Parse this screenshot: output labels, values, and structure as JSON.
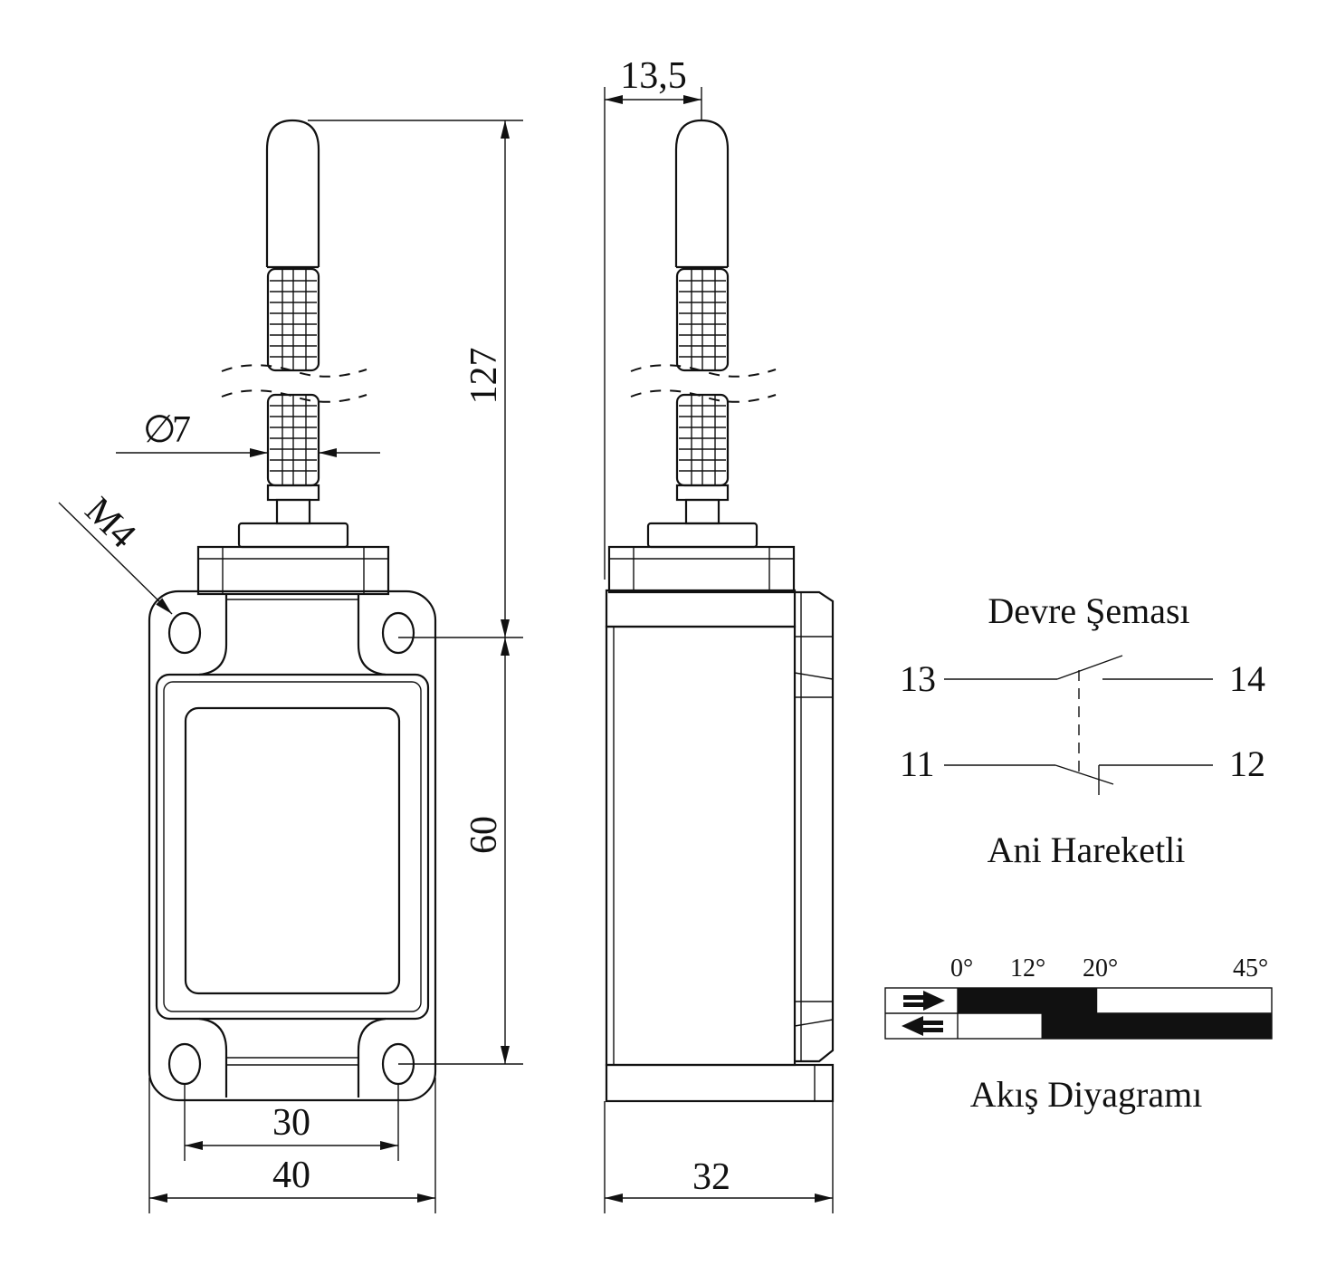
{
  "dimensions": {
    "shaft_height": "127",
    "body_height": "60",
    "hole_spacing": "30",
    "body_width": "40",
    "depth": "32",
    "shaft_offset": "13,5",
    "diameter": "7",
    "diameter_symbol": "∅",
    "thread": "M4"
  },
  "circuit": {
    "title": "Devre Şeması",
    "subtitle": "Ani Hareketli",
    "terminals": [
      "13",
      "14",
      "11",
      "12"
    ]
  },
  "flow": {
    "title": "Akış Diyagramı",
    "angles": [
      "0°",
      "12°",
      "20°",
      "45°"
    ],
    "row1_closed_range": [
      0,
      20
    ],
    "row2_closed_range": [
      12,
      45
    ],
    "max_angle": 45
  }
}
